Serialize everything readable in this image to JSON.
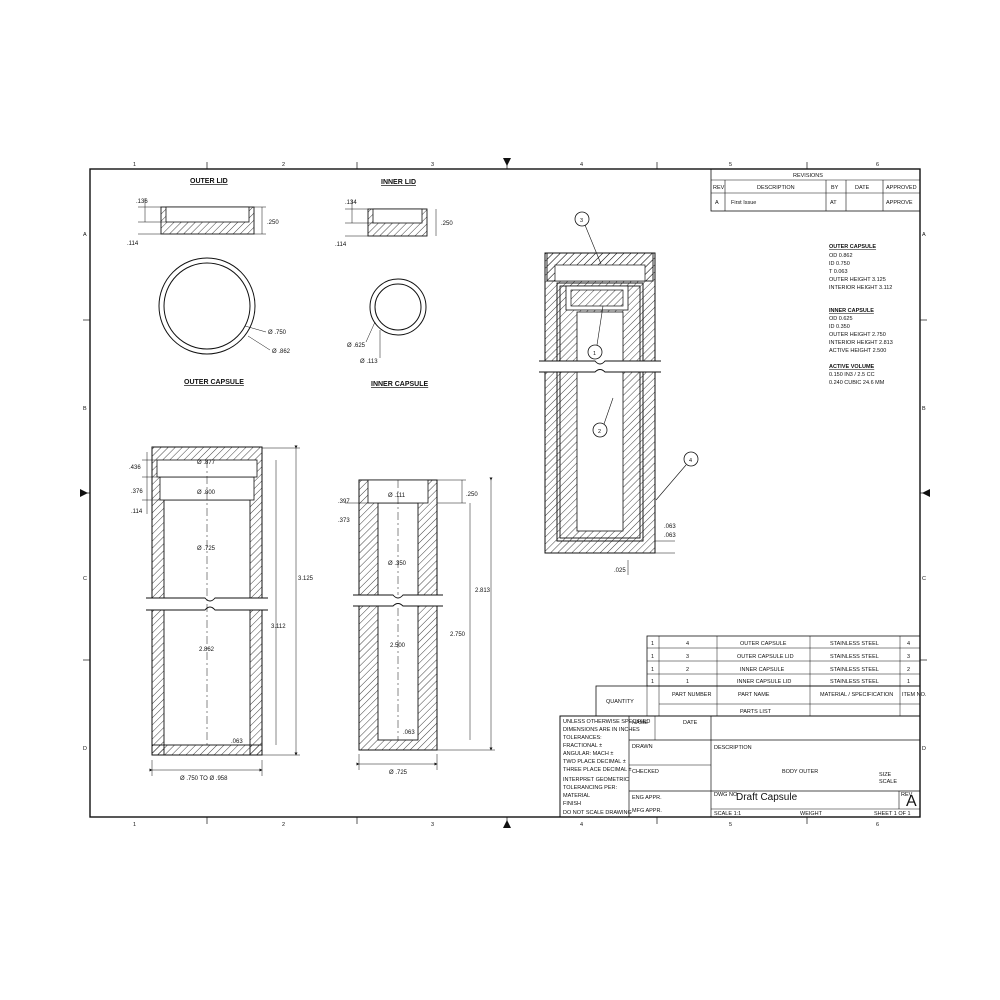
{
  "border": {
    "top_zones": [
      "1",
      "2",
      "3",
      "4",
      "5",
      "6"
    ],
    "bottom_zones": [
      "1",
      "2",
      "3",
      "4",
      "5",
      "6"
    ],
    "left_zones": [
      "A",
      "B",
      "C",
      "D"
    ],
    "right_zones": [
      "A",
      "B",
      "C",
      "D"
    ]
  },
  "revisions": {
    "title": "REVISIONS",
    "headers": [
      "REV",
      "DESCRIPTION",
      "BY",
      "DATE",
      "APPROVED"
    ],
    "row": [
      "A",
      "First Issue",
      "AT",
      "",
      "APPROVE"
    ]
  },
  "views": {
    "outer_lid": {
      "title": "OUTER LID",
      "dims": [
        ".136",
        ".114",
        ".250"
      ]
    },
    "inner_lid": {
      "title": "INNER LID",
      "dims": [
        ".134",
        ".114",
        ".250"
      ]
    },
    "outer_capsule_top": {
      "title": "OUTER CAPSULE",
      "dims": [
        "Ø .750",
        "Ø .862"
      ]
    },
    "inner_capsule_top": {
      "title": "INNER CAPSULE",
      "dims": [
        "Ø .625",
        "Ø .113"
      ]
    }
  },
  "outer_section": {
    "left_dims": [
      ".436",
      ".376",
      ".114"
    ],
    "inner_dims": [
      "Ø .877",
      "Ø .800",
      "Ø .725",
      "2.862",
      ".063"
    ],
    "right_dims": [
      "3.125",
      "3.112"
    ],
    "bottom_dim": "Ø .750 TO Ø .958"
  },
  "inner_section": {
    "left_dims": [
      ".397",
      ".373"
    ],
    "inner_dims": [
      "Ø .111",
      "Ø .350",
      "2.500",
      ".063"
    ],
    "right_dims": [
      ".250",
      "2.813",
      "2.750"
    ],
    "bottom_dim": "Ø .725"
  },
  "assembly": {
    "balloons": [
      "3",
      "1",
      "2",
      "4"
    ],
    "dims": [
      ".063",
      ".063",
      ".025"
    ]
  },
  "spec_notes": {
    "outer_title": "OUTER CAPSULE",
    "outer_lines": [
      "OD   0.862",
      "ID   0.750",
      "T   0.063",
      "OUTER HEIGHT   3.125",
      "INTERIOR HEIGHT   3.112"
    ],
    "inner_title": "INNER CAPSULE",
    "inner_lines": [
      "OD   0.625",
      "ID   0.350",
      "OUTER HEIGHT   2.750",
      "INTERIOR HEIGHT   2.813",
      "ACTIVE HEIGHT   2.500"
    ],
    "active_title": "ACTIVE VOLUME",
    "active_lines": [
      "0.150 IN3 / 2.5 CC",
      "0.240 CUBIC 24.6 MM"
    ]
  },
  "parts_list": {
    "rows": [
      [
        "1",
        "4",
        "OUTER CAPSULE",
        "STAINLESS STEEL",
        "4"
      ],
      [
        "1",
        "3",
        "OUTER CAPSULE LID",
        "STAINLESS STEEL",
        "3"
      ],
      [
        "1",
        "2",
        "INNER CAPSULE",
        "STAINLESS STEEL",
        "2"
      ],
      [
        "1",
        "1",
        "INNER CAPSULE LID",
        "STAINLESS STEEL",
        "1"
      ]
    ],
    "header": [
      "QUANTITY",
      "PART NUMBER",
      "PART NAME",
      "MATERIAL / SPECIFICATION",
      "ITEM NO."
    ],
    "title": "PARTS LIST"
  },
  "title_block": {
    "notes": [
      "UNLESS OTHERWISE SPECIFIED",
      "DIMENSIONS ARE IN INCHES",
      "TOLERANCES:",
      "FRACTIONAL ±",
      "ANGULAR: MACH ±",
      "TWO PLACE DECIMAL ±",
      "THREE PLACE DECIMAL ±"
    ],
    "notes2": [
      "INTERPRET GEOMETRIC",
      "TOLERANCING PER:",
      "MATERIAL",
      "FINISH",
      "DO NOT SCALE DRAWING"
    ],
    "drawn": "DRAWN",
    "checked": "CHECKED",
    "name": "NAME",
    "date": "DATE",
    "eng_appr": "ENG APPR.",
    "mfg_appr": "MFG APPR.",
    "description_label": "DESCRIPTION",
    "description": "BODY OUTER",
    "size_label": "SIZE",
    "size_value": "SCALE",
    "dwg_label": "DWG NO",
    "dwg_title": "Draft Capsule",
    "rev_label": "REV",
    "rev_value": "A",
    "scale": "SCALE 1:1",
    "weight": "WEIGHT",
    "sheet": "SHEET 1 OF 1"
  },
  "colors": {
    "ink": "#111111",
    "paper": "#ffffff"
  }
}
